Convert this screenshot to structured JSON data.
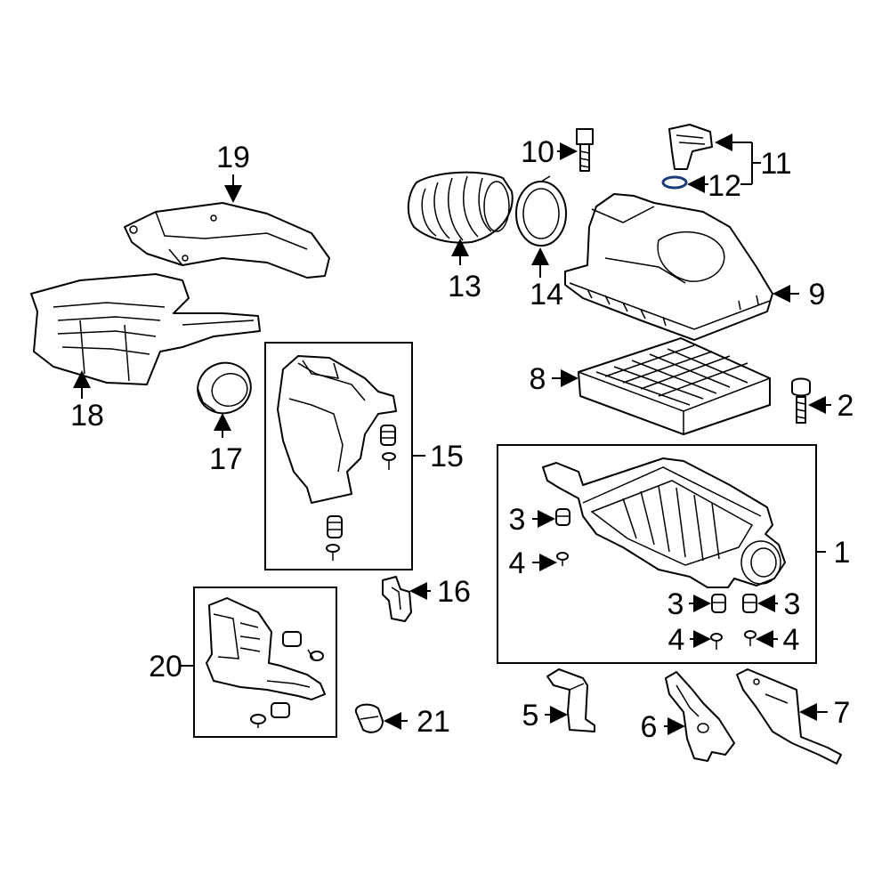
{
  "callouts": {
    "c1": "1",
    "c2": "2",
    "c3a": "3",
    "c3b": "3",
    "c3c": "3",
    "c4a": "4",
    "c4b": "4",
    "c4c": "4",
    "c5": "5",
    "c6": "6",
    "c7": "7",
    "c8": "8",
    "c9": "9",
    "c10": "10",
    "c11": "11",
    "c12": "12",
    "c13": "13",
    "c14": "14",
    "c15": "15",
    "c16": "16",
    "c17": "17",
    "c18": "18",
    "c19": "19",
    "c20": "20",
    "c21": "21"
  },
  "colors": {
    "line": "#000000",
    "oring": "#1a3a7a",
    "background": "#ffffff"
  }
}
